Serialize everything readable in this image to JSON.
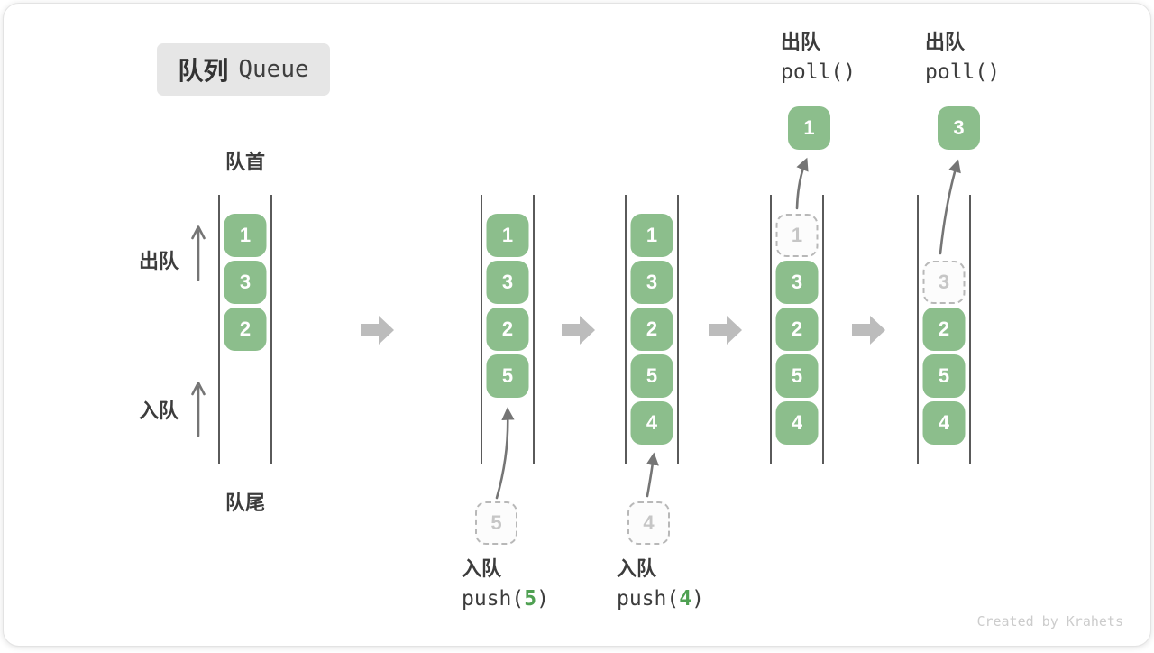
{
  "title": {
    "cn": "队列",
    "en": "Queue"
  },
  "labels": {
    "front": "队首",
    "rear": "队尾",
    "dequeue": "出队",
    "enqueue": "入队"
  },
  "watermark": "Created by Krahets",
  "colors": {
    "box_green": "#8cbe8c",
    "arg_green": "#4fa052",
    "text_dark": "#3c3c3c",
    "wall_gray": "#5a5a5a",
    "thin_arrow_gray": "#757575",
    "block_arrow_gray": "#bcbcbc",
    "dashed_border": "#b8b8b8",
    "dashed_text": "#c6c6c6",
    "badge_bg": "#e6e6e6",
    "watermark_gray": "#cccccc"
  },
  "columns": [
    {
      "cells": [
        {
          "row": 0,
          "value": "1",
          "state": "filled"
        },
        {
          "row": 1,
          "value": "3",
          "state": "filled"
        },
        {
          "row": 2,
          "value": "2",
          "state": "filled"
        }
      ]
    },
    {
      "cells": [
        {
          "row": 0,
          "value": "1",
          "state": "filled"
        },
        {
          "row": 1,
          "value": "3",
          "state": "filled"
        },
        {
          "row": 2,
          "value": "2",
          "state": "filled"
        },
        {
          "row": 3,
          "value": "5",
          "state": "filled"
        }
      ]
    },
    {
      "cells": [
        {
          "row": 0,
          "value": "1",
          "state": "filled"
        },
        {
          "row": 1,
          "value": "3",
          "state": "filled"
        },
        {
          "row": 2,
          "value": "2",
          "state": "filled"
        },
        {
          "row": 3,
          "value": "5",
          "state": "filled"
        },
        {
          "row": 4,
          "value": "4",
          "state": "filled"
        }
      ]
    },
    {
      "cells": [
        {
          "row": 0,
          "value": "1",
          "state": "removed"
        },
        {
          "row": 1,
          "value": "3",
          "state": "filled"
        },
        {
          "row": 2,
          "value": "2",
          "state": "filled"
        },
        {
          "row": 3,
          "value": "5",
          "state": "filled"
        },
        {
          "row": 4,
          "value": "4",
          "state": "filled"
        }
      ]
    },
    {
      "cells": [
        {
          "row": 1,
          "value": "3",
          "state": "removed"
        },
        {
          "row": 2,
          "value": "2",
          "state": "filled"
        },
        {
          "row": 3,
          "value": "5",
          "state": "filled"
        },
        {
          "row": 4,
          "value": "4",
          "state": "filled"
        }
      ]
    }
  ],
  "ops": {
    "push1": {
      "label": "入队",
      "code_before": "push(",
      "arg": "5",
      "code_after": ")"
    },
    "push2": {
      "label": "入队",
      "code_before": "push(",
      "arg": "4",
      "code_after": ")"
    },
    "poll1": {
      "label": "出队",
      "code": "poll()",
      "value": "1"
    },
    "poll2": {
      "label": "出队",
      "code": "poll()",
      "value": "3"
    }
  }
}
